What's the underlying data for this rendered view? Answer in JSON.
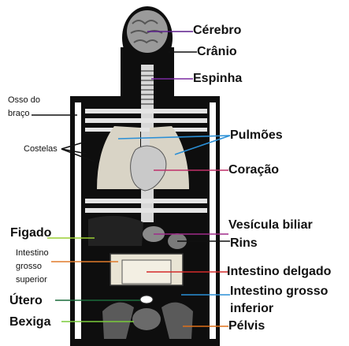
{
  "labels": {
    "cerebro": "Cérebro",
    "cranio": "Crânio",
    "espinha": "Espinha",
    "osso_do_braco_1": "Osso do",
    "osso_do_braco_2": "braço",
    "costelas": "Costelas",
    "pulmoes": "Pulmões",
    "coracao": "Coração",
    "figado": "Figado",
    "vesicula_biliar": "Vesícula biliar",
    "rins": "Rins",
    "intestino_grosso_superior_1": "Intestino",
    "intestino_grosso_superior_2": "grosso",
    "intestino_grosso_superior_3": "superior",
    "intestino_delgado": "Intestino delgado",
    "utero": "Útero",
    "intestino_grosso_inferior_1": "Intestino grosso",
    "intestino_grosso_inferior_2": "inferior",
    "bexiga": "Bexiga",
    "pelvis": "Pélvis"
  },
  "colors": {
    "cerebro": "#5b1f8c",
    "cranio": "#111111",
    "espinha": "#7a2aa0",
    "osso": "#111111",
    "costelas": "#111111",
    "pulmoes": "#2a8fd6",
    "coracao": "#c0306a",
    "figado": "#9acd32",
    "vesicula": "#a02a8a",
    "rins": "#111111",
    "intestino_superior": "#e07a2a",
    "intestino_delgado": "#d42a2a",
    "utero": "#1a6b3a",
    "intestino_inferior": "#2a8fd6",
    "bexiga": "#7acb3a",
    "pelvis": "#e0701a"
  }
}
